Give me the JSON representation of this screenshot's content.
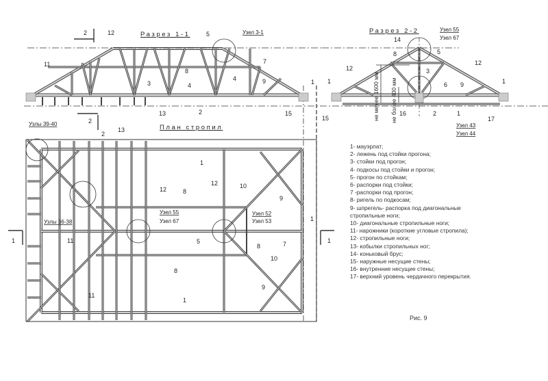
{
  "section_1_1": {
    "title": "Разрез 1-1",
    "node_label": "Узел 3-1",
    "labels": {
      "cut_top": "2",
      "cut_bottom": "2",
      "l12": "12",
      "l5": "5",
      "l11": "11",
      "l8": "8",
      "l7": "7",
      "l3": "3",
      "l4a": "4",
      "l4b": "4",
      "l9": "9",
      "l1": "1",
      "l13": "13",
      "l2": "2",
      "l15": "15"
    }
  },
  "section_2_2": {
    "title": "Разрез 2-2",
    "node_top": [
      "Узел 55",
      "Узел 67"
    ],
    "node_bottom": [
      "Узел 43",
      "Узел 44"
    ],
    "dim_1": "не менее 1600 мм",
    "dim_2": "не более 400 мм",
    "labels": {
      "l14": "14",
      "l5": "5",
      "l8": "8",
      "l3": "3",
      "l12a": "12",
      "l12b": "12",
      "l1a": "1",
      "l1b": "1",
      "l6": "6",
      "l9": "9",
      "l15": "15",
      "l16": "16",
      "l2": "2",
      "l1c": "1",
      "l17": "17"
    }
  },
  "plan": {
    "title": "План стропил",
    "node_39_40": "Узлы 39-40",
    "node_36_38": "Узлы 36-38",
    "node_55": "Узел 55",
    "node_67": "Узел 67",
    "node_52": "Узел 52",
    "node_53": "Узел 53",
    "labels": {
      "cut2": "2",
      "l13": "13",
      "l1top": "1",
      "l12a": "12",
      "l8a": "8",
      "l12b": "12",
      "l10a": "10",
      "l9a": "9",
      "l1right": "1",
      "l11a": "11",
      "l5": "5",
      "l8b": "8",
      "l7": "7",
      "l8c": "8",
      "l10b": "10",
      "l9b": "9",
      "l11b": "11",
      "l1bottom": "1",
      "cut1left": "1",
      "cut1right": "1"
    }
  },
  "legend": [
    "1- мауэрлат;",
    "2- лежень под стойки прогона;",
    "3- стойки под прогон;",
    "4- подкосы под стойки и прогон;",
    "5- прогон по стойкам;",
    "6- распорки под стойки;",
    "7 -распорки под прогон;",
    "8- ригель по подкосам;",
    "9- шпрегель- распорка под диагональные",
    "стропильные ноги;",
    "10- диагональные стропильные ноги;",
    "11- нарожники (короткие угловые стропила);",
    "12- стропильные ноги;",
    "13- кобылки стропильных ног;",
    "14- коньковый брус;",
    "15- наружные несущие стены;",
    "16- внутренние несущие стены;",
    "17- верхний уровень чердачного перекрытия."
  ],
  "figure_caption": "Рис. 9"
}
